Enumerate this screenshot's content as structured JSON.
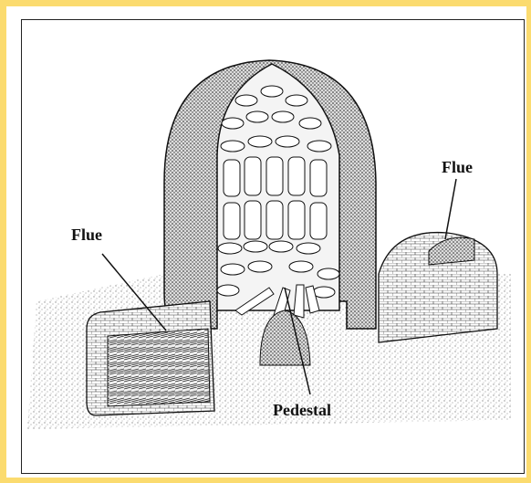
{
  "labels": {
    "flue_left": "Flue",
    "flue_right": "Flue",
    "pedestal": "Pedestal"
  },
  "colors": {
    "background_border": "#fbdb6f",
    "paper": "#ffffff",
    "ink": "#111111"
  }
}
